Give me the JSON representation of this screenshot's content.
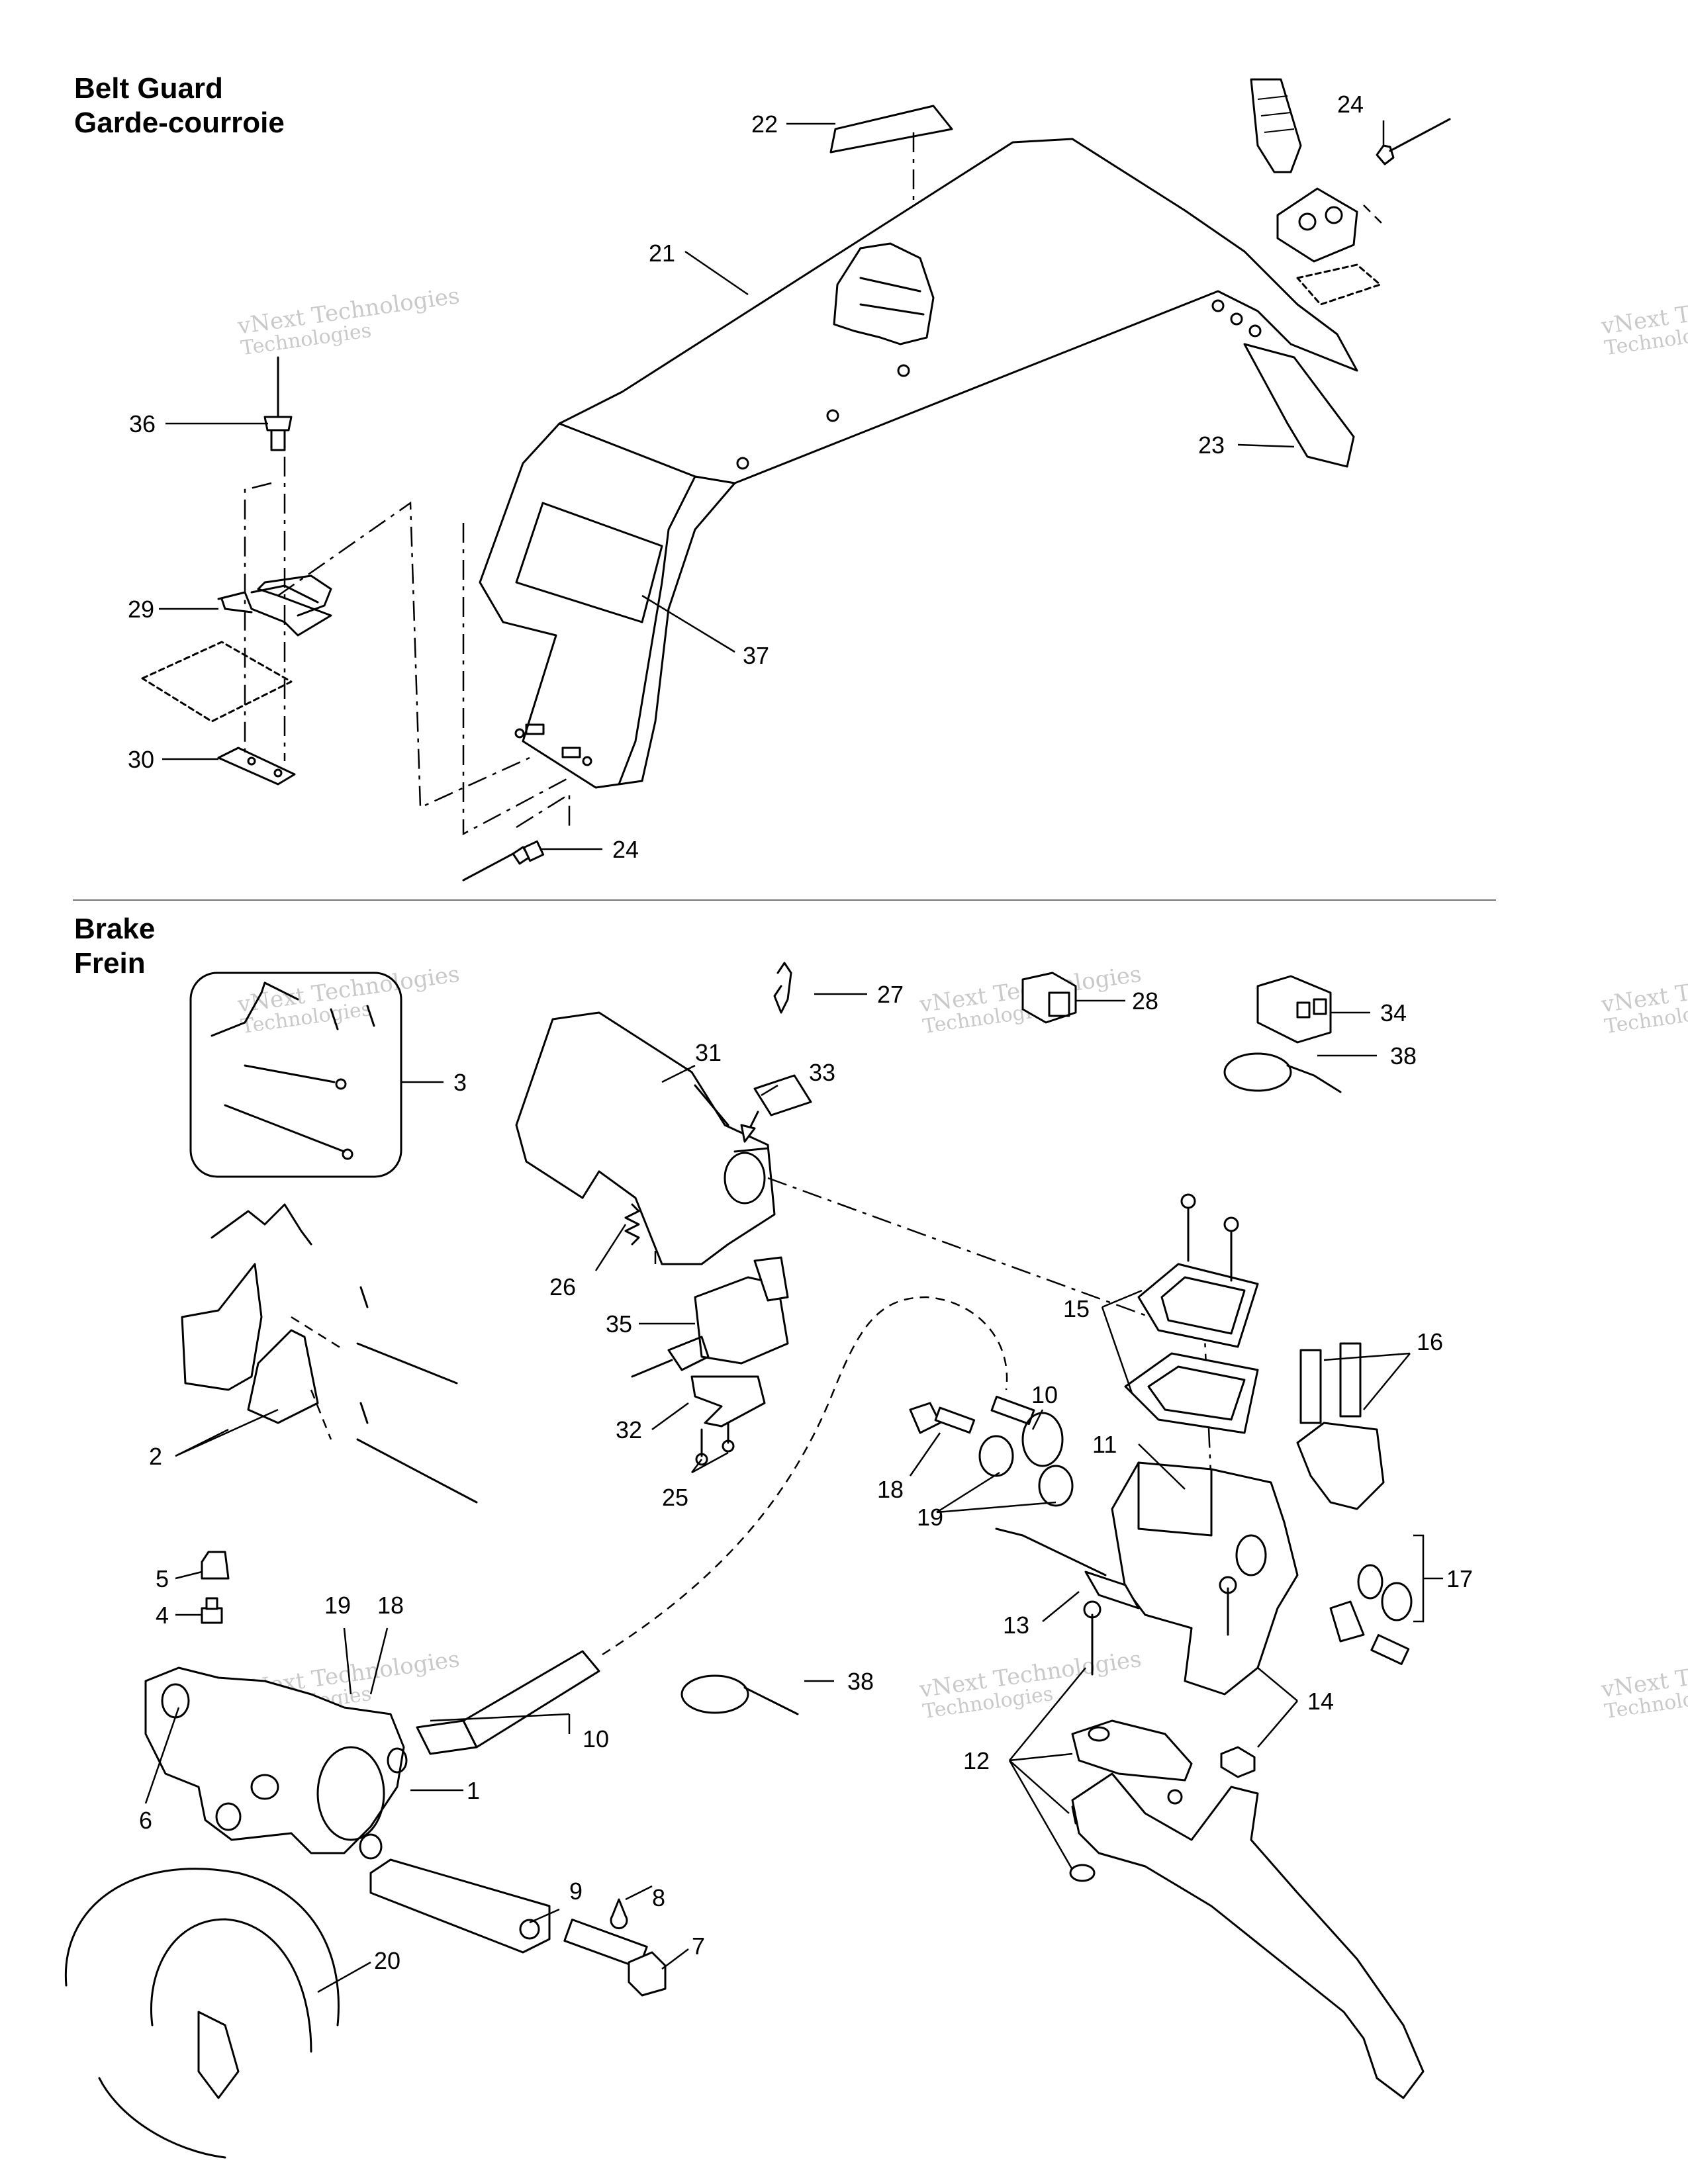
{
  "sections": [
    {
      "title_en": "Belt Guard",
      "title_fr": "Garde-courroie"
    },
    {
      "title_en": "Brake",
      "title_fr": "Frein"
    }
  ],
  "watermark": {
    "line1": "vNext Technologies",
    "line2": "Technologies"
  },
  "callouts": {
    "belt_guard": [
      "22",
      "21",
      "24",
      "36",
      "23",
      "37",
      "29",
      "30",
      "24"
    ],
    "brake": [
      "27",
      "28",
      "34",
      "31",
      "33",
      "3",
      "38",
      "26",
      "15",
      "16",
      "35",
      "10",
      "11",
      "32",
      "2",
      "18",
      "19",
      "25",
      "17",
      "5",
      "13",
      "4",
      "19",
      "18",
      "10",
      "38",
      "14",
      "12",
      "1",
      "6",
      "9",
      "8",
      "7",
      "20"
    ]
  }
}
